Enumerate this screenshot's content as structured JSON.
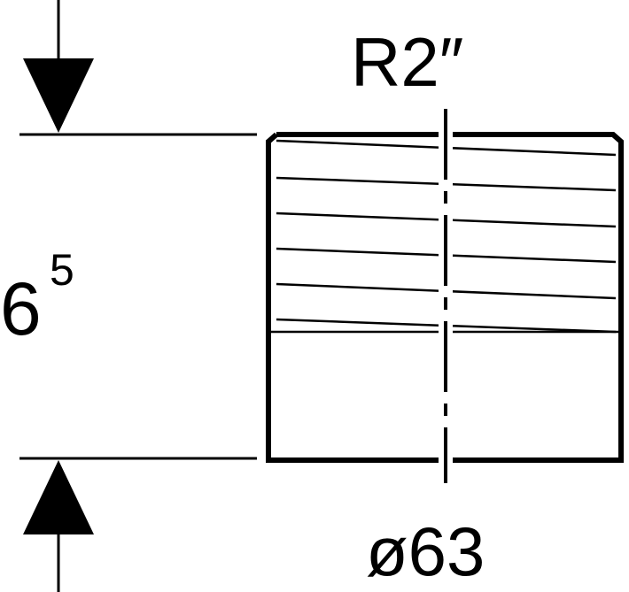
{
  "labels": {
    "thread_size": "R2″",
    "height_main": "6",
    "height_sup": "5",
    "diameter": "ø63"
  },
  "colors": {
    "stroke": "#000000",
    "background": "#ffffff"
  }
}
